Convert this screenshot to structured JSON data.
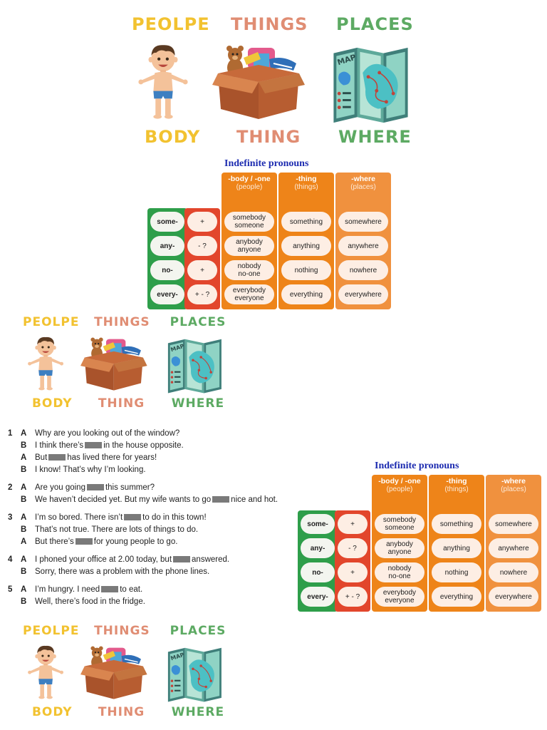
{
  "categories": {
    "people": "PEOLPE",
    "things": "THINGS",
    "places": "PLACES",
    "body": "BODY",
    "thing": "THING",
    "where": "WHERE"
  },
  "illustrations": {
    "boy": "boy-illustration",
    "box": "toy-box-illustration",
    "map": "map-illustration",
    "map_label": "MAP"
  },
  "pronouns": {
    "title": "Indefinite pronouns",
    "headers": [
      {
        "main": "-body / -one",
        "sub": "(people)"
      },
      {
        "main": "-thing",
        "sub": "(things)"
      },
      {
        "main": "-where",
        "sub": "(places)"
      }
    ],
    "prefixes": [
      "some-",
      "any-",
      "no-",
      "every-"
    ],
    "usage": [
      "+",
      "- ?",
      "+",
      "+ - ?"
    ],
    "people": [
      [
        "somebody",
        "someone"
      ],
      [
        "anybody",
        "anyone"
      ],
      [
        "nobody",
        "no-one"
      ],
      [
        "everybody",
        "everyone"
      ]
    ],
    "things": [
      "something",
      "anything",
      "nothing",
      "everything"
    ],
    "places": [
      "somewhere",
      "anywhere",
      "nowhere",
      "everywhere"
    ],
    "colors": {
      "green": "#2e9e4a",
      "red": "#e2462c",
      "orange": "#ee8419",
      "title": "#1c2bb0"
    }
  },
  "exercise": [
    {
      "num": "1",
      "lines": [
        {
          "s": "A",
          "parts": [
            "Why are you looking out of the window?"
          ]
        },
        {
          "s": "B",
          "parts": [
            "I think there’s",
            "in the house opposite."
          ]
        },
        {
          "s": "A",
          "parts": [
            "But",
            "has lived there for years!"
          ]
        },
        {
          "s": "B",
          "parts": [
            "I know! That’s why I’m looking."
          ]
        }
      ]
    },
    {
      "num": "2",
      "lines": [
        {
          "s": "A",
          "parts": [
            "Are you going",
            "this summer?"
          ]
        },
        {
          "s": "B",
          "parts": [
            "We haven’t decided yet. But my wife wants to go",
            "nice and hot."
          ]
        }
      ]
    },
    {
      "num": "3",
      "lines": [
        {
          "s": "A",
          "parts": [
            "I’m so bored. There isn’t",
            "to do in this town!"
          ]
        },
        {
          "s": "B",
          "parts": [
            "That’s not true. There are lots of things to do."
          ]
        },
        {
          "s": "A",
          "parts": [
            "But there’s",
            "for young people to go."
          ]
        }
      ]
    },
    {
      "num": "4",
      "lines": [
        {
          "s": "A",
          "parts": [
            "I phoned your office at 2.00 today, but",
            "answered."
          ]
        },
        {
          "s": "B",
          "parts": [
            "Sorry, there was a problem with the phone lines."
          ]
        }
      ]
    },
    {
      "num": "5",
      "lines": [
        {
          "s": "A",
          "parts": [
            "I’m hungry. I need",
            "to eat."
          ]
        },
        {
          "s": "B",
          "parts": [
            "Well, there’s food in the fridge."
          ]
        }
      ]
    }
  ]
}
